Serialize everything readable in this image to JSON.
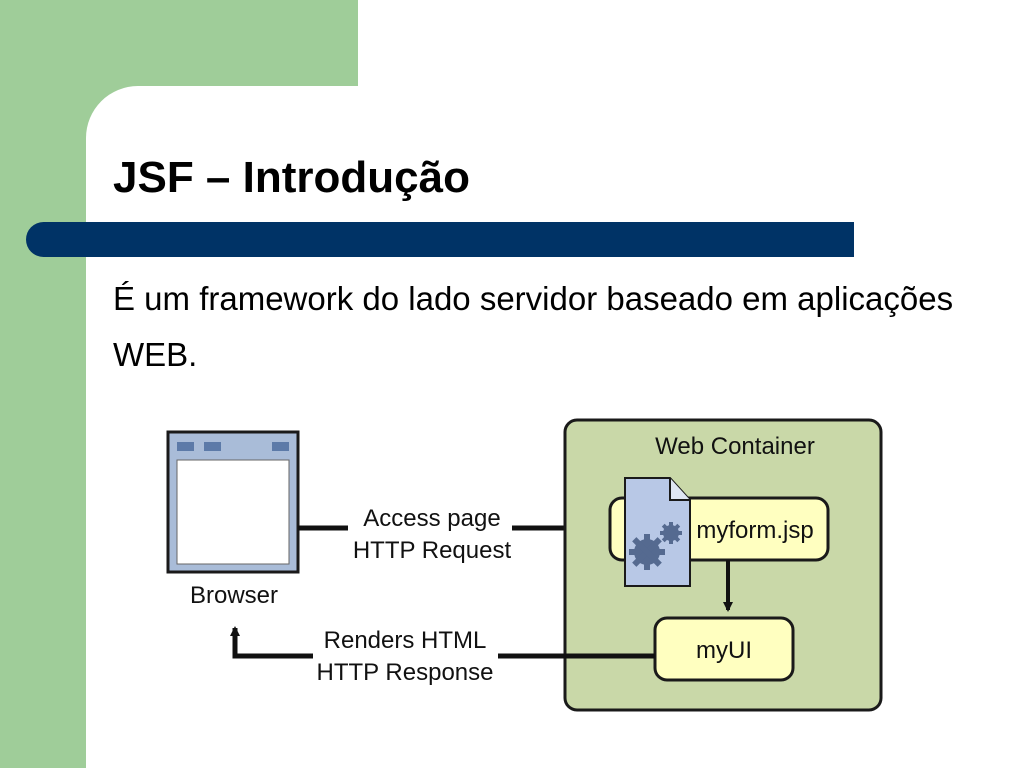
{
  "slide": {
    "title": "JSF – Introdução",
    "body": "É um framework do lado servidor baseado em aplicações WEB."
  },
  "diagram": {
    "browser_label": "Browser",
    "request_line1": "Access page",
    "request_line2": "HTTP Request",
    "response_line1": "Renders HTML",
    "response_line2": "HTTP Response",
    "container_label": "Web Container",
    "jsp_label": "myform.jsp",
    "ui_label": "myUI"
  },
  "colors": {
    "green_band": "#9fcd99",
    "title_bar": "#003366",
    "container_fill": "#c9d8a8",
    "box_fill": "#ffffc0",
    "browser_frame": "#a9bcd8",
    "doc_fill": "#b8c8e6"
  },
  "icons": [
    "gear-icon",
    "document-icon"
  ]
}
